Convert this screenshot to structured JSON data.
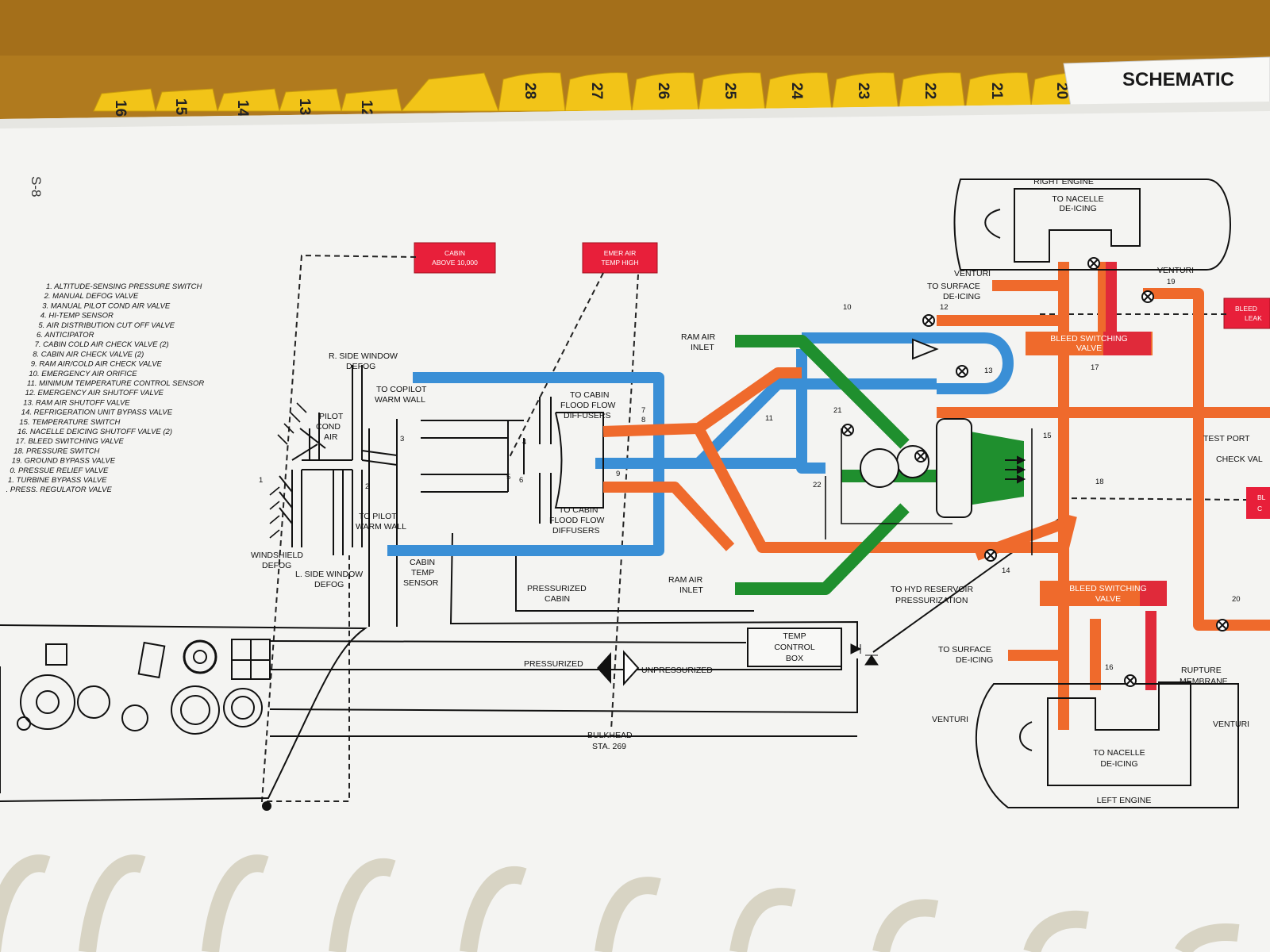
{
  "tabs": {
    "header_label": "SCHEMATIC",
    "numbers": [
      "28",
      "27",
      "26",
      "25",
      "24",
      "23",
      "22",
      "21",
      "20"
    ],
    "partial_numbers": [
      "16",
      "15",
      "14",
      "13",
      "12"
    ]
  },
  "page_number": "S-8",
  "legend": [
    "1. ALTITUDE-SENSING PRESSURE SWITCH",
    "2. MANUAL DEFOG VALVE",
    "3. MANUAL PILOT COND AIR VALVE",
    "4. HI-TEMP SENSOR",
    "5. AIR DISTRIBUTION CUT OFF VALVE",
    "6. ANTICIPATOR",
    "7. CABIN COLD AIR CHECK VALVE (2)",
    "8. CABIN AIR CHECK VALVE (2)",
    "9. RAM AIR/COLD AIR CHECK VALVE",
    "10. EMERGENCY AIR ORIFICE",
    "11. MINIMUM TEMPERATURE CONTROL SENSOR",
    "12. EMERGENCY AIR SHUTOFF VALVE",
    "13. RAM AIR SHUTOFF VALVE",
    "14. REFRIGERATION UNIT BYPASS VALVE",
    "15. TEMPERATURE SWITCH",
    "16. NACELLE DEICING SHUTOFF VALVE (2)",
    "17. BLEED SWITCHING VALVE",
    "18. PRESSURE SWITCH",
    "19. GROUND BYPASS VALVE",
    "0. PRESSUE RELIEF VALVE",
    "1. TURBINE BYPASS VALVE",
    ". PRESS. REGULATOR VALVE"
  ],
  "annunciators": {
    "cabin_alt": [
      "CABIN",
      "ABOVE 10,000"
    ],
    "emer_air": [
      "EMER AIR",
      "TEMP HIGH"
    ],
    "bleed_leak": [
      "BLEED",
      "LEAK"
    ],
    "right_edge": [
      "BL",
      "C"
    ]
  },
  "labels": {
    "r_side_window_defog": [
      "R. SIDE WINDOW",
      "DEFOG"
    ],
    "to_copilot_warm_wall": [
      "TO COPILOT",
      "WARM WALL"
    ],
    "pilot_cond_air": [
      "PILOT",
      "COND",
      "AIR"
    ],
    "to_cabin_flood_top": [
      "TO CABIN",
      "FLOOD FLOW",
      "DIFFUSERS"
    ],
    "to_cabin_flood_bottom": [
      "TO CABIN",
      "FLOOD FLOW",
      "DIFFUSERS"
    ],
    "to_pilot_warm_wall": [
      "TO PILOT",
      "WARM WALL"
    ],
    "windshield_defog": [
      "WINDSHIELD",
      "DEFOG"
    ],
    "l_side_window_defog": [
      "L. SIDE WINDOW",
      "DEFOG"
    ],
    "cabin_temp_sensor": [
      "CABIN",
      "TEMP",
      "SENSOR"
    ],
    "pressurized_cabin": [
      "PRESSURIZED",
      "CABIN"
    ],
    "ram_air_inlet_top": [
      "RAM AIR",
      "INLET"
    ],
    "ram_air_inlet_bottom": [
      "RAM AIR",
      "INLET"
    ],
    "right_engine": "RIGHT ENGINE",
    "left_engine": "LEFT ENGINE",
    "nacelle_deicing_top": [
      "TO NACELLE",
      "DE-ICING"
    ],
    "nacelle_deicing_bottom": [
      "TO NACELLE",
      "DE-ICING"
    ],
    "venturi": "VENTURI",
    "surface_deicing_top": [
      "TO SURFACE",
      "DE-ICING"
    ],
    "surface_deicing_bottom": [
      "TO SURFACE",
      "DE-ICING"
    ],
    "bleed_switching_valve": [
      "BLEED SWITCHING",
      "VALVE"
    ],
    "test_port": "TEST PORT",
    "check_valve": "CHECK VAL",
    "hyd_reservoir": [
      "TO HYD RESERVOIR",
      "PRESSURIZATION"
    ],
    "rupture_membrane": [
      "RUPTURE",
      "MEMBRANE"
    ],
    "temp_control_box": [
      "TEMP",
      "CONTROL",
      "BOX"
    ],
    "pressurized": "PRESSURIZED",
    "unpressurized": "UNPRESSURIZED",
    "bulkhead": [
      "BULKHEAD",
      "STA. 269"
    ]
  },
  "callouts": [
    "1",
    "2",
    "3",
    "4",
    "5",
    "6",
    "7",
    "8",
    "9",
    "10",
    "11",
    "12",
    "13",
    "14",
    "15",
    "16",
    "17",
    "18",
    "19",
    "20",
    "21",
    "22"
  ],
  "colors": {
    "blue_duct": "#3a8fd6",
    "orange_duct": "#ef6a2c",
    "red_duct": "#e02a3a",
    "green_duct": "#1f8f2e",
    "annunciator_red": "#e81f3a",
    "tab_yellow": "#f2c418",
    "paper": "#f4f4f2",
    "desk": "#b07a1e"
  }
}
